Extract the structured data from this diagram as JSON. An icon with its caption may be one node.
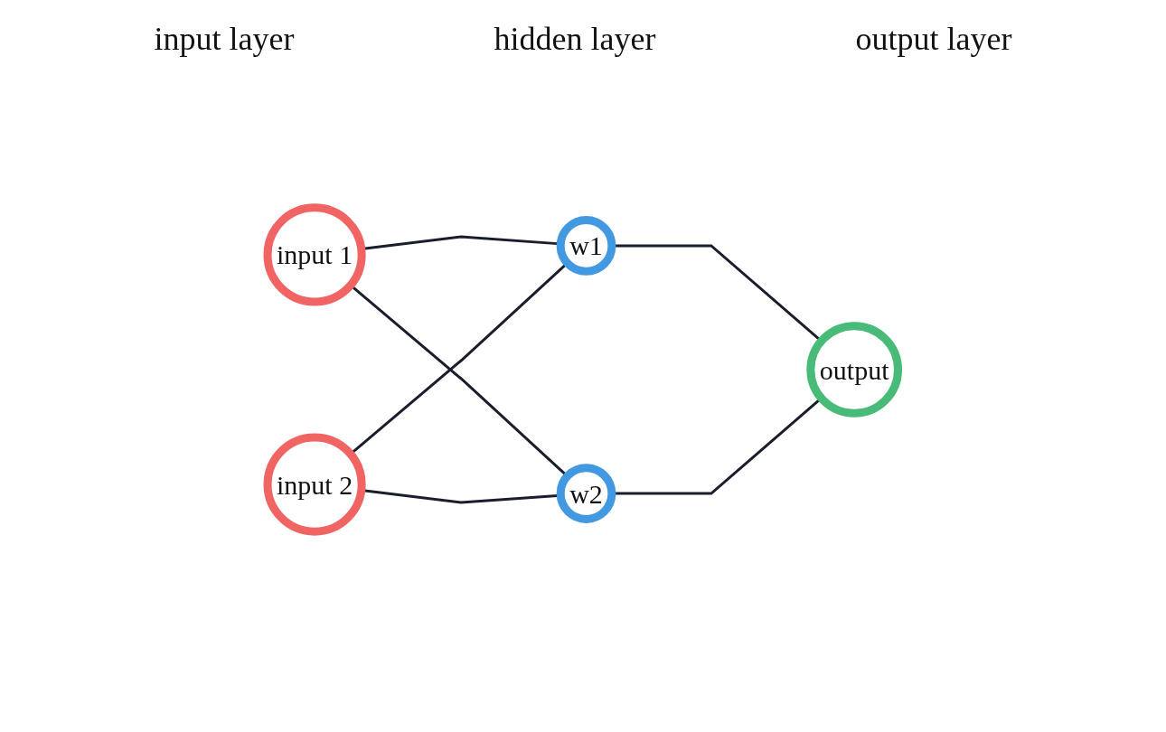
{
  "diagram": {
    "nodes": [
      {
        "text": [
          "input 1"
        ]
      },
      {
        "text": [
          "input 2"
        ]
      },
      {
        "text": [
          "w1"
        ]
      },
      {
        "text": [
          "w2"
        ]
      },
      {
        "text": [
          "output"
        ]
      }
    ],
    "edges": [
      {
        "from": 0,
        "to": 2,
        "arrow": "none"
      },
      {
        "from": 0,
        "to": 3,
        "arrow": "none"
      },
      {
        "from": 1,
        "to": 2,
        "arrow": "none"
      },
      {
        "from": 1,
        "to": 3,
        "arrow": "none"
      },
      {
        "from": 2,
        "to": 4,
        "arrow": "none"
      },
      {
        "from": 3,
        "to": 4,
        "arrow": "none"
      }
    ],
    "labels": [
      "input layer",
      "hidden layer",
      "output layer"
    ]
  }
}
